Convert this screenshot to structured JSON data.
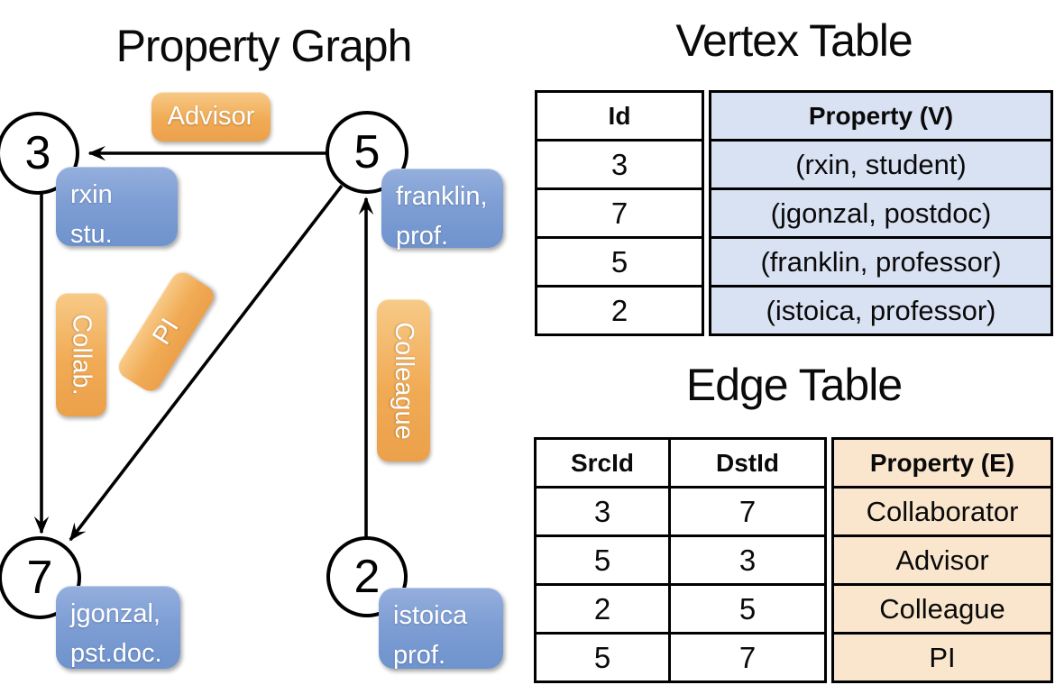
{
  "graph": {
    "title": "Property Graph",
    "nodes": [
      {
        "id": "3",
        "property_line1": "rxin",
        "property_line2": "stu."
      },
      {
        "id": "5",
        "property_line1": "franklin,",
        "property_line2": "prof."
      },
      {
        "id": "7",
        "property_line1": "jgonzal,",
        "property_line2": "pst.doc."
      },
      {
        "id": "2",
        "property_line1": "istoica",
        "property_line2": "prof."
      }
    ],
    "edges": [
      {
        "from": "5",
        "to": "3",
        "label": "Advisor"
      },
      {
        "from": "3",
        "to": "7",
        "label": "Collab."
      },
      {
        "from": "5",
        "to": "7",
        "label": "PI"
      },
      {
        "from": "2",
        "to": "5",
        "label": "Colleague"
      }
    ]
  },
  "vertex_table": {
    "title": "Vertex Table",
    "id_header": "Id",
    "property_header": "Property (V)",
    "rows": [
      {
        "id": "3",
        "property": "(rxin, student)"
      },
      {
        "id": "7",
        "property": "(jgonzal, postdoc)"
      },
      {
        "id": "5",
        "property": "(franklin, professor)"
      },
      {
        "id": "2",
        "property": "(istoica, professor)"
      }
    ]
  },
  "edge_table": {
    "title": "Edge Table",
    "src_header": "SrcId",
    "dst_header": "DstId",
    "property_header": "Property (E)",
    "rows": [
      {
        "src": "3",
        "dst": "7",
        "property": "Collaborator"
      },
      {
        "src": "5",
        "dst": "3",
        "property": "Advisor"
      },
      {
        "src": "2",
        "dst": "5",
        "property": "Colleague"
      },
      {
        "src": "5",
        "dst": "7",
        "property": "PI"
      }
    ]
  },
  "colors": {
    "vertex_property_cell_bg": "#d9e2f3",
    "edge_property_cell_bg": "#fae5cd",
    "orange_label": "#f0a850",
    "blue_label": "#7b9cd3",
    "line": "#000000",
    "background": "#ffffff"
  }
}
